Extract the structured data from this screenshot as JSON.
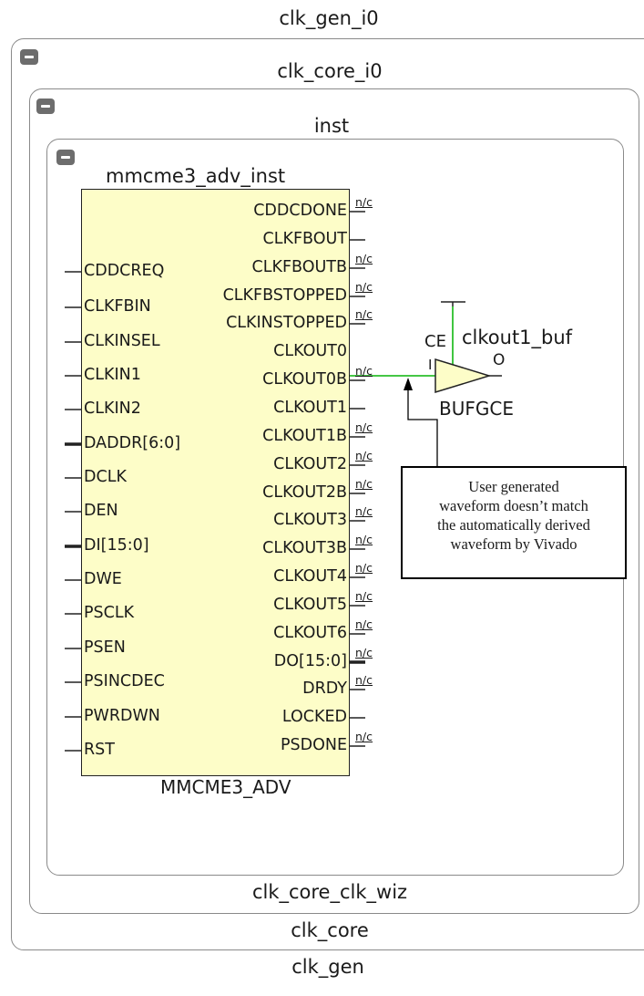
{
  "hierarchy": {
    "clk_gen_top": "clk_gen_i0",
    "clk_gen_bottom": "clk_gen",
    "clk_core_top": "clk_core_i0",
    "clk_core_bottom": "clk_core",
    "wiz_top": "inst",
    "wiz_bottom": "clk_core_clk_wiz"
  },
  "cell": {
    "instance": "mmcme3_adv_inst",
    "type": "MMCME3_ADV",
    "inputs": [
      "CDDCREQ",
      "CLKFBIN",
      "CLKINSEL",
      "CLKIN1",
      "CLKIN2",
      "DADDR[6:0]",
      "DCLK",
      "DEN",
      "DI[15:0]",
      "DWE",
      "PSCLK",
      "PSEN",
      "PSINCDEC",
      "PWRDWN",
      "RST"
    ],
    "outputs": [
      "CDDCDONE",
      "CLKFBOUT",
      "CLKFBOUTB",
      "CLKFBSTOPPED",
      "CLKINSTOPPED",
      "CLKOUT0",
      "CLKOUT0B",
      "CLKOUT1",
      "CLKOUT1B",
      "CLKOUT2",
      "CLKOUT2B",
      "CLKOUT3",
      "CLKOUT3B",
      "CLKOUT4",
      "CLKOUT5",
      "CLKOUT6",
      "DO[15:0]",
      "DRDY",
      "LOCKED",
      "PSDONE"
    ],
    "nc_label": "n/c"
  },
  "buffer": {
    "instance": "clkout1_buf",
    "type": "BUFGCE",
    "pin_ce": "CE",
    "pin_i": "I",
    "pin_o": "O"
  },
  "callout": {
    "lines": [
      "User generated",
      "waveform doesn’t match",
      "the automatically derived",
      "waveform by Vivado"
    ]
  },
  "colors": {
    "cell_fill": "#fdfdc8",
    "net_highlight": "#2bbf2b",
    "frame": "#8a8a8a",
    "collapse_button": "#6d6d6d"
  }
}
